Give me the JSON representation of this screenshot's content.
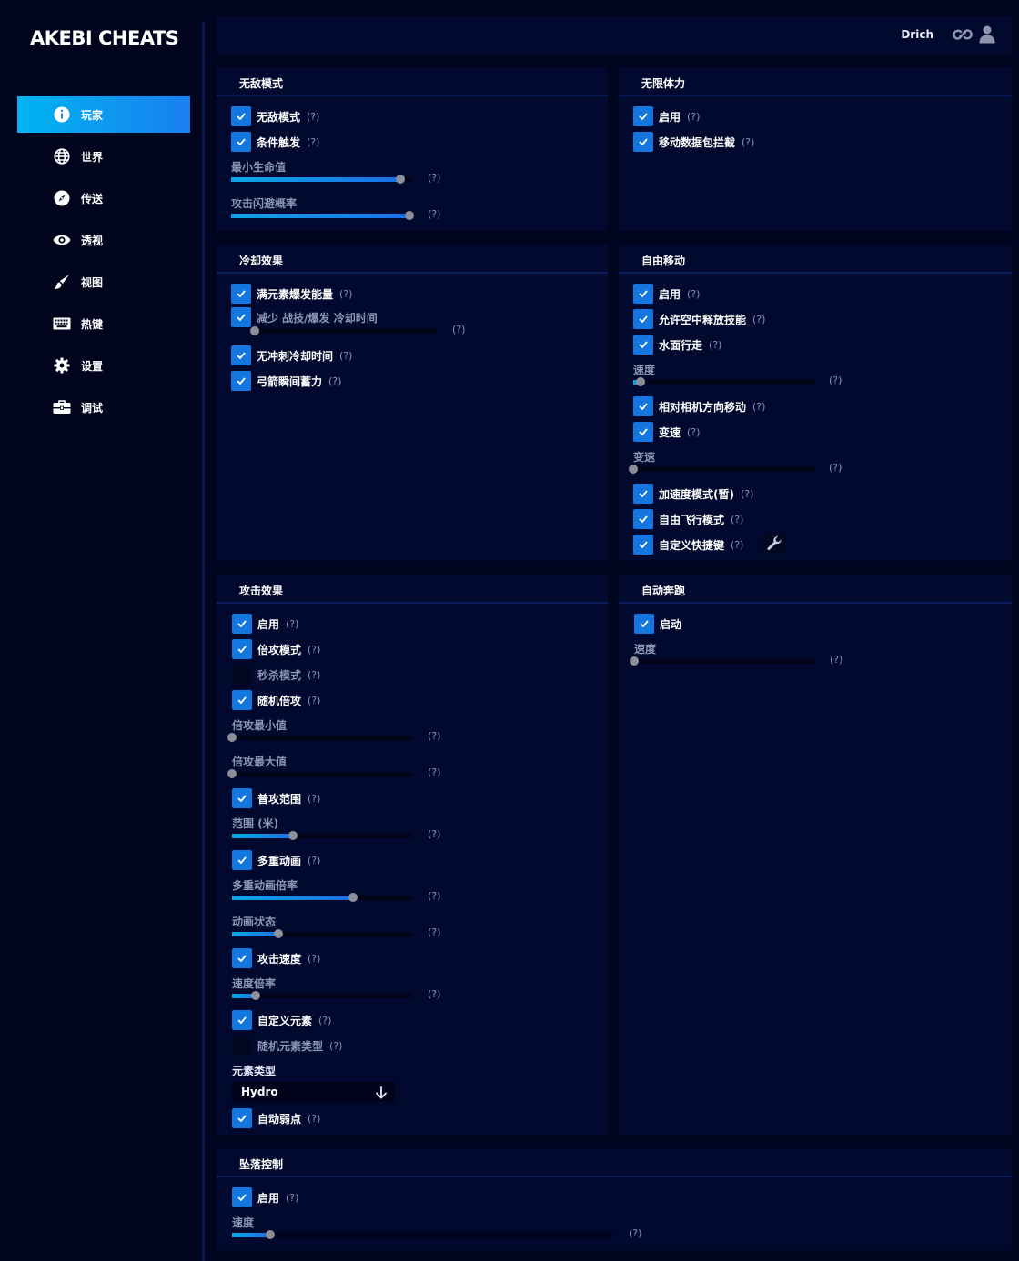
{
  "app": {
    "logo": "AKEBI CHEATS",
    "username": "Drich"
  },
  "sidebar": {
    "items": [
      {
        "label": "玩家",
        "icon": "info-icon",
        "active": true
      },
      {
        "label": "世界",
        "icon": "globe-icon",
        "active": false
      },
      {
        "label": "传送",
        "icon": "compass-icon",
        "active": false
      },
      {
        "label": "透视",
        "icon": "eye-icon",
        "active": false
      },
      {
        "label": "视图",
        "icon": "brush-icon",
        "active": false
      },
      {
        "label": "热键",
        "icon": "keyboard-icon",
        "active": false
      },
      {
        "label": "设置",
        "icon": "gear-icon",
        "active": false
      },
      {
        "label": "调试",
        "icon": "toolbox-icon",
        "active": false
      }
    ]
  },
  "help_text": "(?)",
  "colors": {
    "accent": "#1477e0",
    "accent_gradient_start": "#00b4f0",
    "panel_bg": "#010a2e",
    "page_bg": "#00051f"
  },
  "panels": {
    "invincible": {
      "title": "无敌模式",
      "items": [
        {
          "label": "无敌模式",
          "checked": true
        },
        {
          "label": "条件触发",
          "checked": true
        }
      ],
      "sliders": [
        {
          "label": "最小生命值",
          "fraction": 0.94
        },
        {
          "label": "攻击闪避概率",
          "fraction": 0.99
        }
      ]
    },
    "stamina": {
      "title": "无限体力",
      "items": [
        {
          "label": "启用",
          "checked": true
        },
        {
          "label": "移动数据包拦截",
          "checked": true
        }
      ]
    },
    "cooldown": {
      "title": "冷却效果",
      "items": [
        {
          "label": "满元素爆发能量",
          "checked": true
        },
        {
          "label": "减少 战技/爆发 冷却时间",
          "checked": true
        },
        {
          "label": "无冲刺冷却时间",
          "checked": true
        },
        {
          "label": "弓箭瞬间蓄力",
          "checked": true
        }
      ],
      "sliders": [
        {
          "label": "",
          "fraction": 0.0
        }
      ]
    },
    "freemove": {
      "title": "自由移动",
      "items": [
        {
          "label": "启用",
          "checked": true
        },
        {
          "label": "允许空中释放技能",
          "checked": true
        },
        {
          "label": "水面行走",
          "checked": true
        },
        {
          "label": "相对相机方向移动",
          "checked": true
        },
        {
          "label": "变速",
          "checked": true
        },
        {
          "label": "加速度模式(暂)",
          "checked": true
        },
        {
          "label": "自由飞行模式",
          "checked": true
        },
        {
          "label": "自定义快捷键",
          "checked": true
        }
      ],
      "sliders": [
        {
          "label": "速度",
          "fraction": 0.04
        },
        {
          "label": "变速",
          "fraction": 0.0
        }
      ],
      "wrench_icon": "wrench-icon"
    },
    "attack": {
      "title": "攻击效果",
      "items": [
        {
          "label": "启用",
          "checked": true
        },
        {
          "label": "倍攻模式",
          "checked": true
        },
        {
          "label": "秒杀模式",
          "checked": false
        },
        {
          "label": "随机倍攻",
          "checked": true
        },
        {
          "label": "普攻范围",
          "checked": true
        },
        {
          "label": "多重动画",
          "checked": true
        },
        {
          "label": "攻击速度",
          "checked": true
        },
        {
          "label": "自定义元素",
          "checked": true
        },
        {
          "label": "随机元素类型",
          "checked": false
        },
        {
          "label": "自动弱点",
          "checked": true
        }
      ],
      "sliders": [
        {
          "label": "倍攻最小值",
          "fraction": 0.0
        },
        {
          "label": "倍攻最大值",
          "fraction": 0.0
        },
        {
          "label": "范围 (米)",
          "fraction": 0.34
        },
        {
          "label": "多重动画倍率",
          "fraction": 0.67
        },
        {
          "label": "动画状态",
          "fraction": 0.26
        },
        {
          "label": "速度倍率",
          "fraction": 0.13
        }
      ],
      "element_type": {
        "label": "元素类型",
        "value": "Hydro"
      }
    },
    "autorun": {
      "title": "自动奔跑",
      "items": [
        {
          "label": "启动",
          "checked": true
        }
      ],
      "sliders": [
        {
          "label": "速度",
          "fraction": 0.0
        }
      ]
    },
    "fall": {
      "title": "坠落控制",
      "items": [
        {
          "label": "启用",
          "checked": true
        }
      ],
      "sliders": [
        {
          "label": "速度",
          "fraction": 0.1
        }
      ]
    }
  }
}
